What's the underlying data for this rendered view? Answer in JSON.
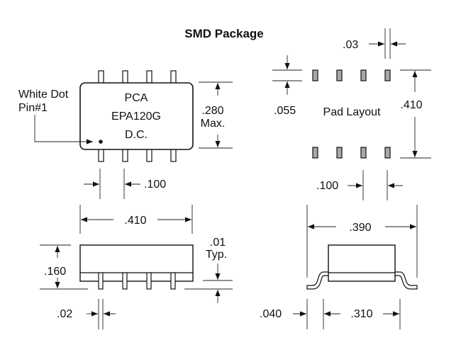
{
  "title": "SMD Package",
  "top_view": {
    "marking_lines": [
      "PCA",
      "EPA120G",
      "D.C."
    ],
    "pin1_note": [
      "White Dot",
      "Pin#1"
    ],
    "height_dim": [
      ".280",
      "Max."
    ],
    "pin_pitch_dim": ".100",
    "body_width_dim": ".410",
    "pins_per_side": 4
  },
  "side_view": {
    "height_dim": ".160",
    "standoff_dim": [
      ".01",
      "Typ."
    ],
    "pin_width_dim": ".02"
  },
  "pad_layout": {
    "label": "Pad Layout",
    "pad_width_dim": ".03",
    "pad_length_dim": ".055",
    "row_span_dim": ".410",
    "pad_pitch_dim": ".100",
    "pads_per_row": 4
  },
  "end_view": {
    "overall_width_dim": ".390",
    "foot_dim": ".040",
    "body_width_dim": ".310"
  }
}
